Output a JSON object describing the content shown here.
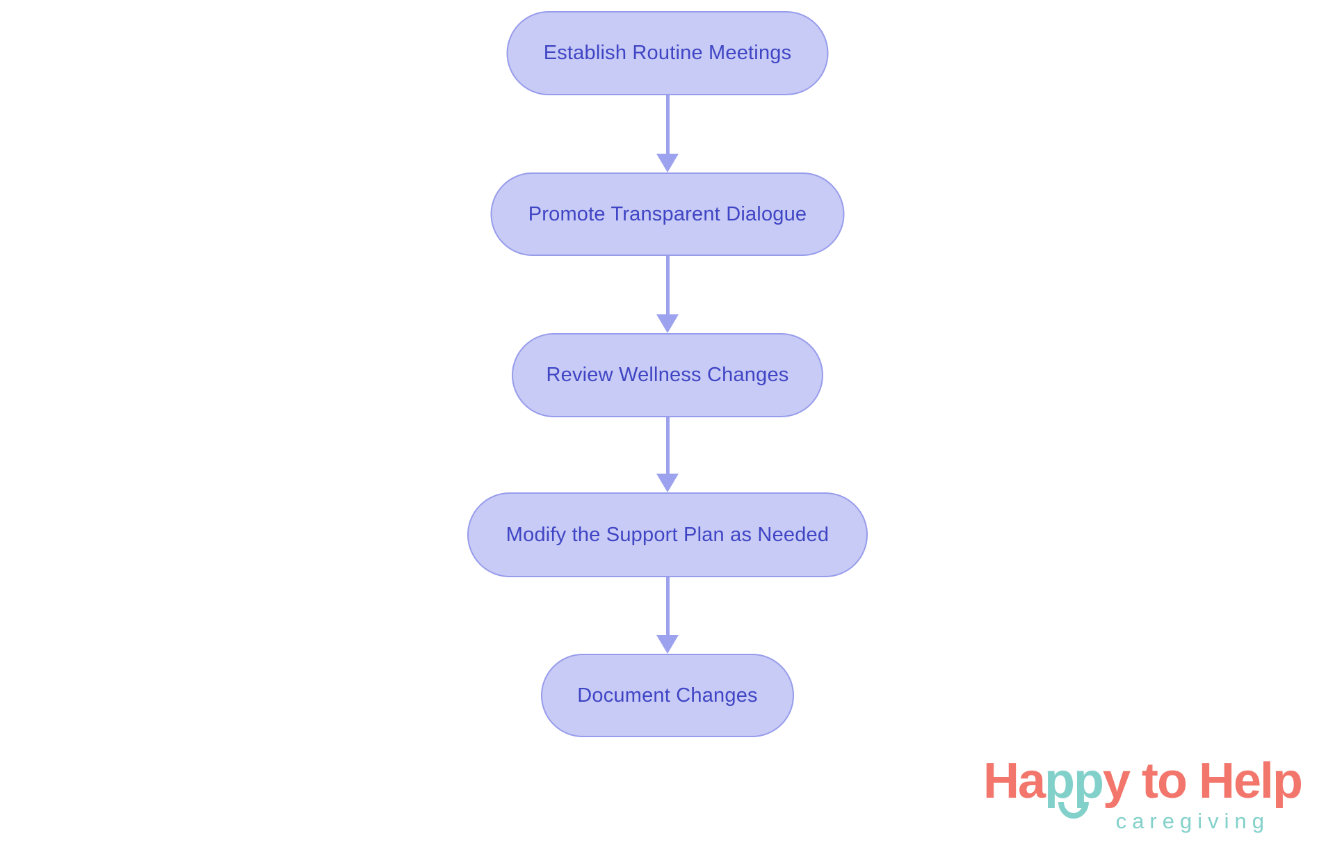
{
  "colors": {
    "background": "#ffffff",
    "node_fill": "#c8cbf5",
    "node_border": "#979ceb",
    "node_text": "#3f45c4",
    "arrow": "#9da2ef",
    "logo_coral": "#f2766b",
    "logo_teal": "#82d0ca"
  },
  "flowchart": {
    "type": "vertical-flow",
    "nodes": [
      {
        "id": "establish-routine-meetings",
        "label": "Establish Routine Meetings"
      },
      {
        "id": "promote-transparent-dialogue",
        "label": "Promote Transparent Dialogue"
      },
      {
        "id": "review-wellness-changes",
        "label": "Review Wellness Changes"
      },
      {
        "id": "modify-support-plan",
        "label": "Modify the Support Plan as Needed"
      },
      {
        "id": "document-changes",
        "label": "Document Changes"
      }
    ],
    "edges": [
      {
        "from": 0,
        "to": 1
      },
      {
        "from": 1,
        "to": 2
      },
      {
        "from": 2,
        "to": 3
      },
      {
        "from": 3,
        "to": 4
      }
    ]
  },
  "logo": {
    "wordmark_part1": "Ha",
    "wordmark_part2": "pp",
    "wordmark_part3": "y to Help",
    "tagline": "caregiving"
  }
}
